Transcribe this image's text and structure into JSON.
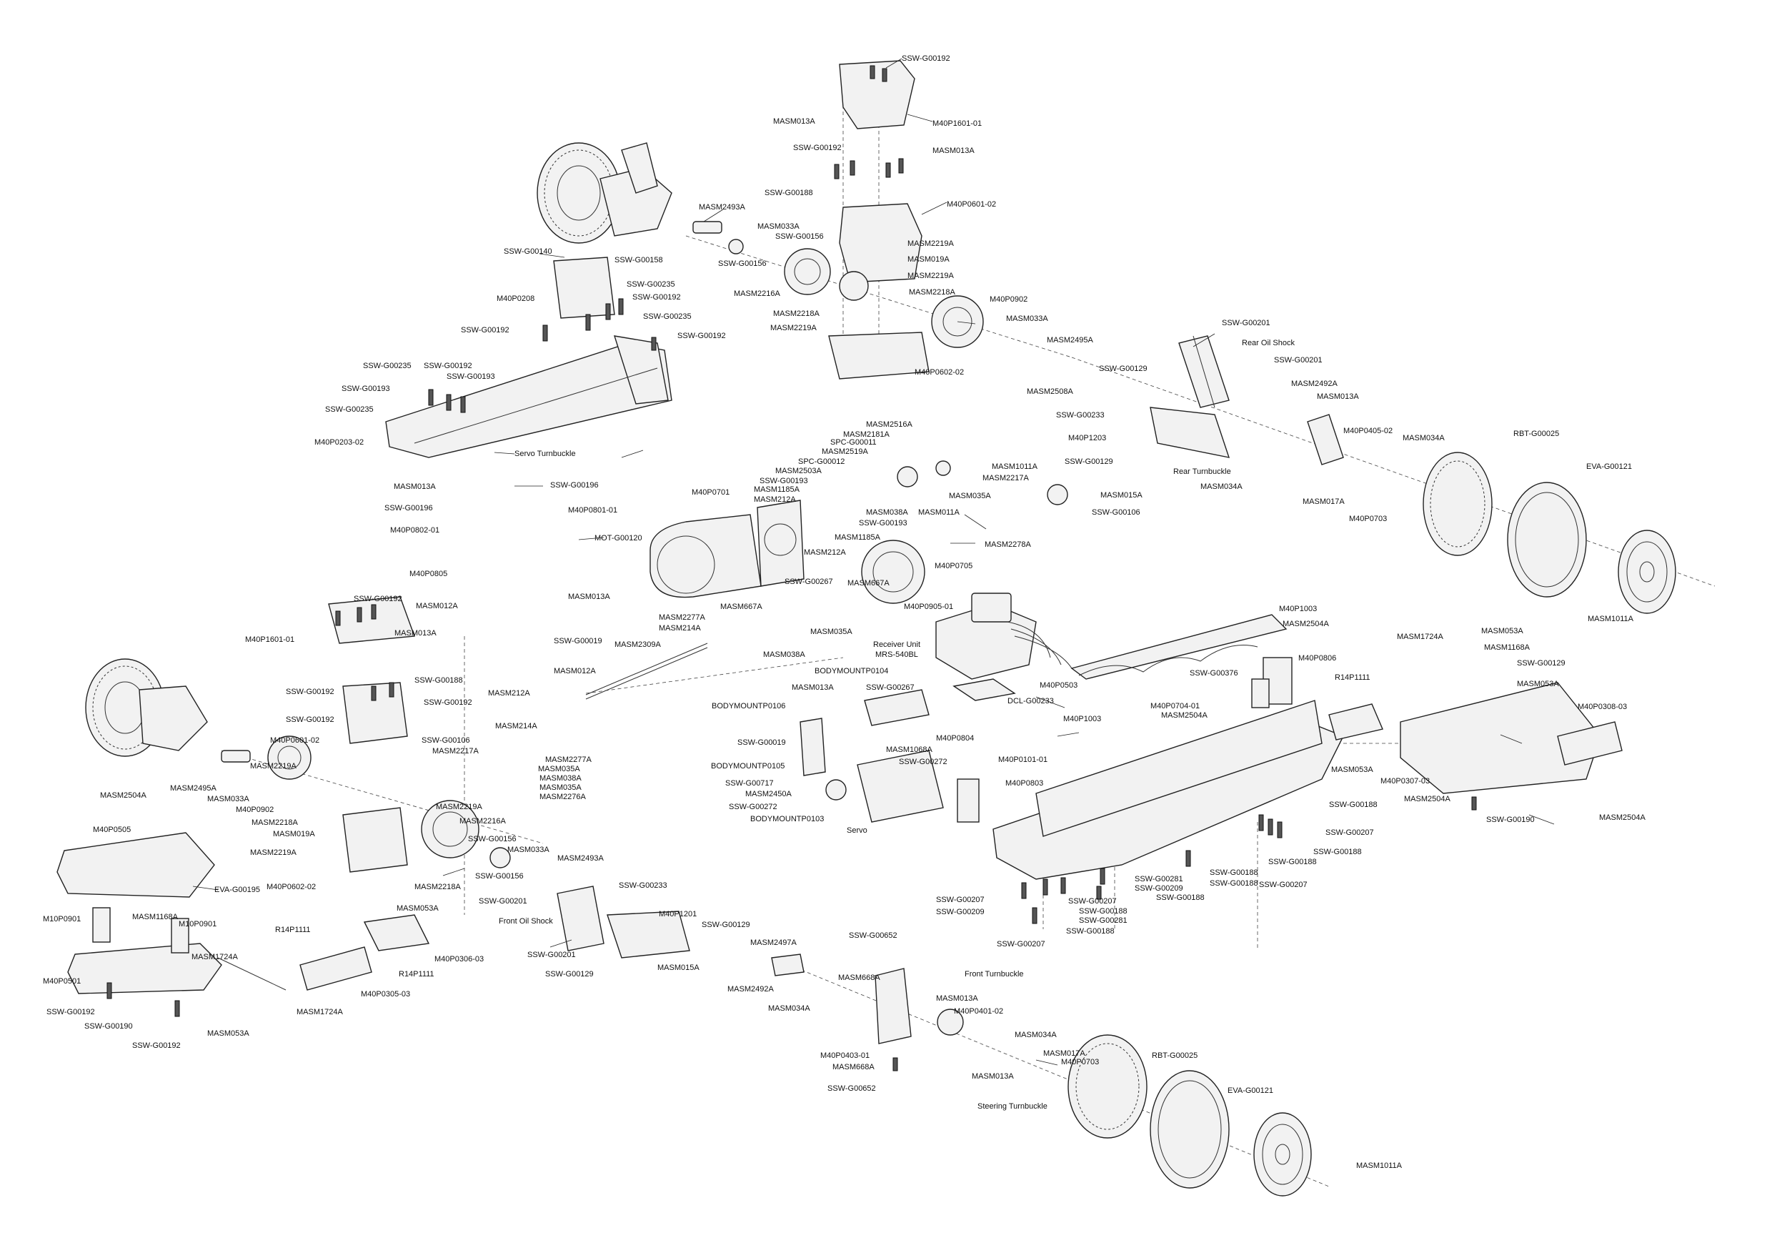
{
  "labels": [
    "SSW-G00192",
    "M40P1601-01",
    "MASM013A",
    "MASM013A",
    "SSW-G00192",
    "SSW-G00188",
    "M40P0601-02",
    "MASM2493A",
    "MASM033A",
    "SSW-G00156",
    "SSW-G00156",
    "MASM2219A",
    "MASM019A",
    "MASM2219A",
    "MASM2216A",
    "MASM2218A",
    "M40P0902",
    "MASM2218A",
    "MASM2219A",
    "MASM033A",
    "M40P0602-02",
    "MASM2495A",
    "SSW-G00129",
    "MASM2508A",
    "SSW-G00201",
    "Rear Oil Shock",
    "SSW-G00201",
    "MASM2492A",
    "MASM013A",
    "SSW-G00233",
    "M40P1203",
    "M40P0405-02",
    "MASM034A",
    "SSW-G00129",
    "Rear Turnbuckle",
    "MASM015A",
    "MASM034A",
    "SSW-G00106",
    "MASM017A",
    "M40P0703",
    "RBT-G00025",
    "EVA-G00121",
    "MASM1011A",
    "SSW-G00140",
    "SSW-G00158",
    "M40P0208",
    "SSW-G00235",
    "SSW-G00192",
    "SSW-G00235",
    "SSW-G00192",
    "SSW-G00192",
    "SSW-G00235",
    "SSW-G00192",
    "SSW-G00193",
    "SSW-G00193",
    "SSW-G00235",
    "M40P0203-02",
    "Servo Turnbuckle",
    "MASM013A",
    "SSW-G00196",
    "SSW-G00196",
    "M40P0801-01",
    "M40P0802-01",
    "M40P0805",
    "MASM013A",
    "MASM012A",
    "SSW-G00019",
    "MASM012A",
    "MASM212A",
    "MASM2516A",
    "MASM2181A",
    "SPC-G00011",
    "MASM2519A",
    "SPC-G00012",
    "MASM2503A",
    "SSW-G00193",
    "MASM1185A",
    "MASM212A",
    "M40P0701",
    "MASM1011A",
    "MASM2217A",
    "MASM035A",
    "MASM038A",
    "MASM011A",
    "SSW-G00193",
    "MASM1185A",
    "MASM212A",
    "MASM2278A",
    "MOT-G00120",
    "M40P0705",
    "SSW-G00267",
    "MASM667A",
    "M40P0905-01",
    "MASM667A",
    "MASM2277A",
    "MASM214A",
    "MASM035A",
    "MASM038A",
    "MASM2309A",
    "Receiver Unit",
    "MRS-540BL",
    "SSW-G00192",
    "MASM013A",
    "M40P1601-01",
    "SSW-G00188",
    "SSW-G00192",
    "SSW-G00192",
    "SSW-G00192",
    "M40P0601-02",
    "SSW-G00106",
    "MASM214A",
    "MASM2217A",
    "MASM2277A",
    "MASM035A",
    "MASM038A",
    "MASM035A",
    "MASM2276A",
    "MASM2495A",
    "MASM2219A",
    "MASM033A",
    "M40P0902",
    "MASM2219A",
    "MASM2218A",
    "MASM2216A",
    "SSW-G00156",
    "MASM019A",
    "MASM033A",
    "MASM2219A",
    "MASM2493A",
    "SSW-G00156",
    "M40P0602-02",
    "MASM2218A",
    "MASM2504A",
    "M40P0505",
    "EVA-G00195",
    "SSW-G00201",
    "M10P0901",
    "MASM1168A",
    "M10P0901",
    "MASM053A",
    "MASM1724A",
    "R14P1111",
    "M40P0306-03",
    "R14P1111",
    "M40P0501",
    "M40P0305-03",
    "SSW-G00192",
    "MASM1724A",
    "SSW-G00190",
    "MASM053A",
    "SSW-G00192",
    "SSW-G00233",
    "M40P1201",
    "Front Oil Shock",
    "SSW-G00129",
    "SSW-G00201",
    "MASM2497A",
    "SSW-G00129",
    "MASM015A",
    "MASM2492A",
    "MASM034A",
    "SSW-G00652",
    "Front Turnbuckle",
    "MASM668A",
    "MASM013A",
    "M40P0401-02",
    "MASM034A",
    "M40P0403-01",
    "MASM017A",
    "M40P0703",
    "RBT-G00025",
    "MASM668A",
    "MASM013A",
    "SSW-G00652",
    "Steering Turnbuckle",
    "EVA-G00121",
    "MASM1011A",
    "BODYMOUNTP0104",
    "MASM013A",
    "SSW-G00267",
    "BODYMOUNTP0106",
    "M40P0804",
    "SSW-G00019",
    "MASM1068A",
    "BODYMOUNTP0105",
    "SSW-G00272",
    "SSW-G00717",
    "MASM2450A",
    "SSW-G00272",
    "BODYMOUNTP0103",
    "Servo",
    "DCL-G00233",
    "M40P1003",
    "MASM2504A",
    "M40P0503",
    "M40P0806",
    "SSW-G00376",
    "M40P1003",
    "M40P0704-01",
    "MASM2504A",
    "M40P0101-01",
    "M40P0803",
    "MASM1724A",
    "MASM053A",
    "MASM1168A",
    "SSW-G00129",
    "MASM053A",
    "R14P1111",
    "M40P0308-03",
    "MASM053A",
    "M40P0307-03",
    "MASM2504A",
    "SSW-G00188",
    "SSW-G00190",
    "MASM2504A",
    "SSW-G00207",
    "SSW-G00188",
    "SSW-G00188",
    "SSW-G00207",
    "SSW-G00188",
    "SSW-G00188",
    "SSW-G00281",
    "SSW-G00209",
    "SSW-G00188",
    "SSW-G00207",
    "SSW-G00188",
    "SSW-G00281",
    "SSW-G00207",
    "SSW-G00209",
    "SSW-G00188",
    "SSW-G00207"
  ]
}
